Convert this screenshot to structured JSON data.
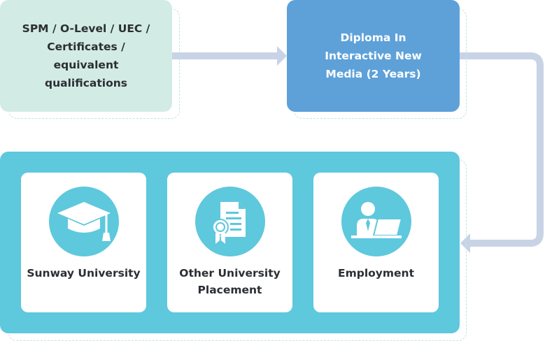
{
  "entry": {
    "label": "SPM / O-Level / UEC / Certificates / equivalent qualifications"
  },
  "diploma": {
    "label": "Diploma In Interactive New Media (2 Years)"
  },
  "outcomes": [
    {
      "label": "Sunway University",
      "icon": "graduation-cap-icon"
    },
    {
      "label": "Other University Placement",
      "icon": "certificate-document-icon"
    },
    {
      "label": "Employment",
      "icon": "person-laptop-icon"
    }
  ],
  "colors": {
    "entry_bg": "#d3ebe5",
    "diploma_bg": "#5ea1d9",
    "panel_bg": "#5ec8dd",
    "arrow": "#c8d3e6",
    "text": "#2b2f33"
  }
}
